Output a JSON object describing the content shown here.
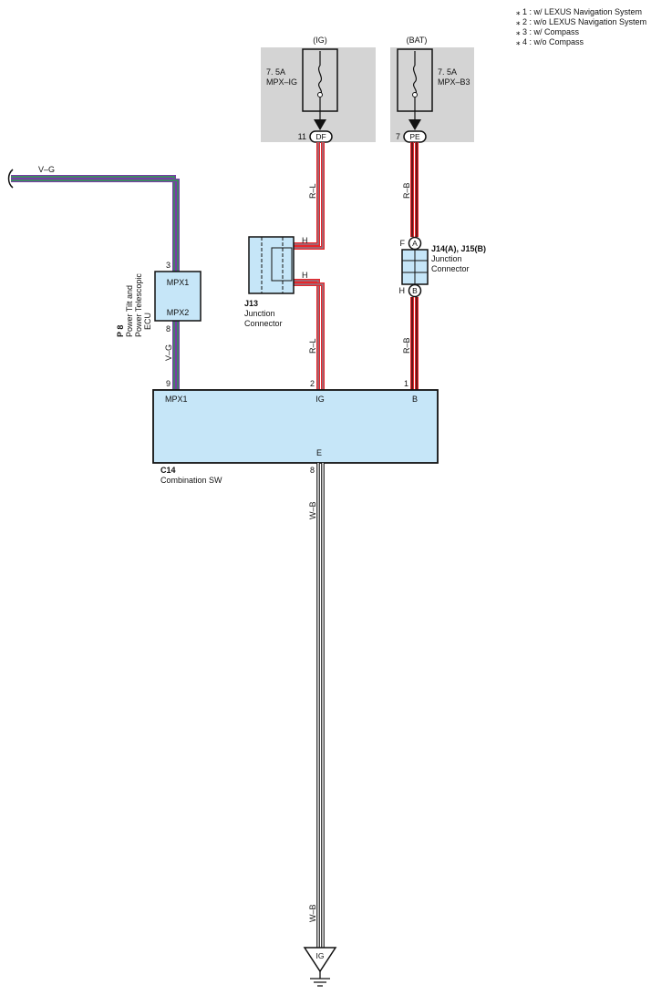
{
  "legend": {
    "items": [
      "⁎ 1 : w/ LEXUS Navigation System",
      "⁎ 2 : w/o LEXUS Navigation System",
      "⁎ 3 : w/ Compass",
      "⁎ 4 : w/o Compass"
    ]
  },
  "fuses": [
    {
      "source": "(IG)",
      "rating": "7. 5A",
      "name": "MPX–IG",
      "pin": "11",
      "connector": "DF"
    },
    {
      "source": "(BAT)",
      "rating": "7. 5A",
      "name": "MPX–B3",
      "pin": "7",
      "connector": "PE"
    }
  ],
  "wires": {
    "vg_top": "V–G",
    "vg_side": "V–G",
    "rl_top": "R–L",
    "rl_bottom": "R–L",
    "rb_top": "R–B",
    "rb_bottom": "R–B",
    "wb_top": "W–B",
    "wb_bottom": "W–B"
  },
  "colors": {
    "wire_red": "#e8262a",
    "wire_violet": "#7a3aa8",
    "wire_green": "#2aa14a",
    "wire_gray": "#7a8a9a",
    "component_fill": "#c6e6f8",
    "fuse_bg": "#d4d4d4"
  },
  "p8": {
    "id": "P 8",
    "desc1": "Power Tilt and",
    "desc2": "Power Telescopic",
    "desc3": "ECU",
    "term1": "MPX1",
    "term2": "MPX2",
    "pin_top": "3",
    "pin_bottom": "8"
  },
  "j13": {
    "id": "J13",
    "desc1": "Junction",
    "desc2": "Connector",
    "pin_top": "H",
    "pin_bottom": "H"
  },
  "j14": {
    "id": "J14(A), J15(B)",
    "desc1": "Junction",
    "desc2": "Connector",
    "pin_top": "F",
    "pin_bottom": "H",
    "circle_top": "A",
    "circle_bottom": "B"
  },
  "c14": {
    "id": "C14",
    "desc": "Combination SW",
    "term_mpx1": "MPX1",
    "term_ig": "IG",
    "term_b": "B",
    "term_e": "E",
    "pin_mpx1": "9",
    "pin_ig": "2",
    "pin_b": "1",
    "pin_e": "8"
  },
  "ground": {
    "label": "IG"
  }
}
